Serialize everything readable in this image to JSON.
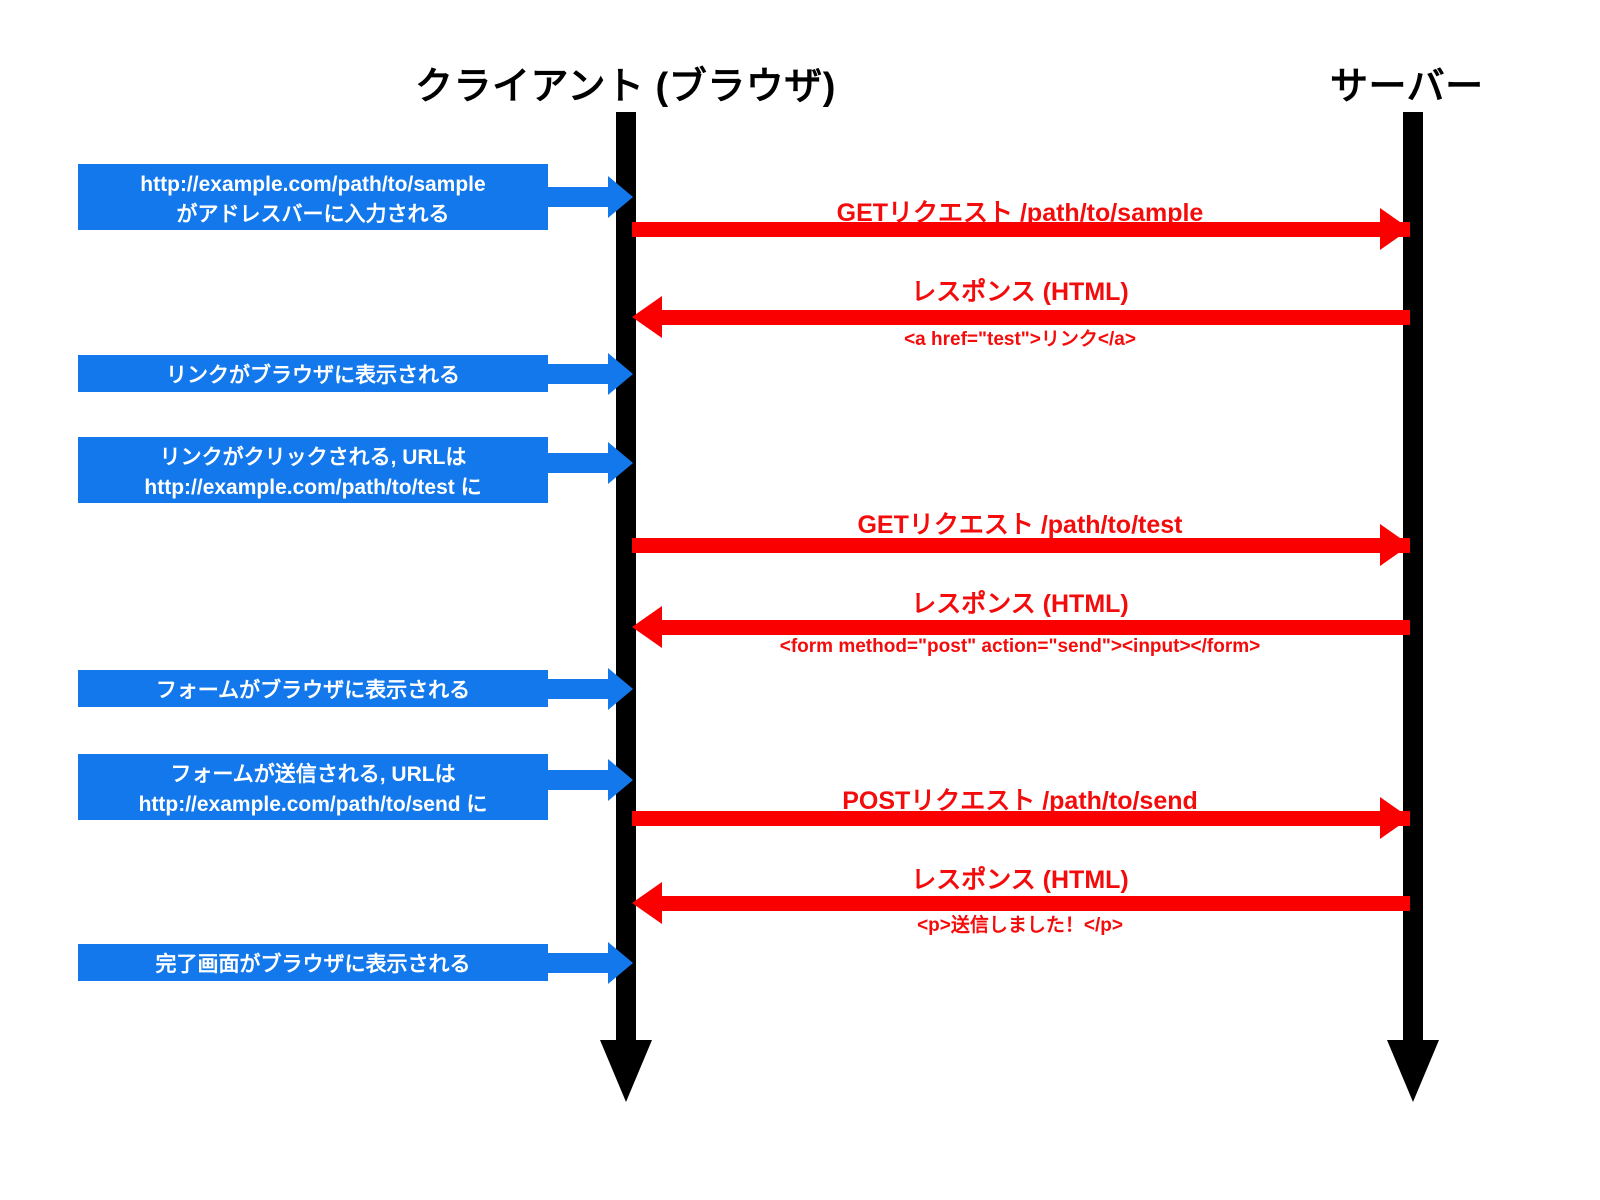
{
  "diagram": {
    "title_client": "クライアント (ブラウザ)",
    "title_server": "サーバー",
    "colors": {
      "note_blue": "#1278ec",
      "message_red": "#fa0000",
      "lifeline_black": "#000000",
      "background": "#ffffff"
    }
  },
  "notes": [
    {
      "line1": "http://example.com/path/to/sample",
      "line2": "がアドレスバーに入力される"
    },
    {
      "line1": "リンクがブラウザに表示される",
      "line2": ""
    },
    {
      "line1": "リンクがクリックされる, URLは",
      "line2": "http://example.com/path/to/test に"
    },
    {
      "line1": "フォームがブラウザに表示される",
      "line2": ""
    },
    {
      "line1": "フォームが送信される, URLは",
      "line2": "http://example.com/path/to/send に"
    },
    {
      "line1": "完了画面がブラウザに表示される",
      "line2": ""
    }
  ],
  "messages": [
    {
      "label": "GETリクエスト /path/to/sample",
      "code": "",
      "direction": "client-to-server"
    },
    {
      "label": "レスポンス (HTML)",
      "code": "<a href=\"test\">リンク</a>",
      "direction": "server-to-client"
    },
    {
      "label": "GETリクエスト /path/to/test",
      "code": "",
      "direction": "client-to-server"
    },
    {
      "label": "レスポンス (HTML)",
      "code": "<form method=\"post\" action=\"send\"><input></form>",
      "direction": "server-to-client"
    },
    {
      "label": "POSTリクエスト /path/to/send",
      "code": "",
      "direction": "client-to-server"
    },
    {
      "label": "レスポンス (HTML)",
      "code": "<p>送信しました！</p>",
      "direction": "server-to-client"
    }
  ]
}
